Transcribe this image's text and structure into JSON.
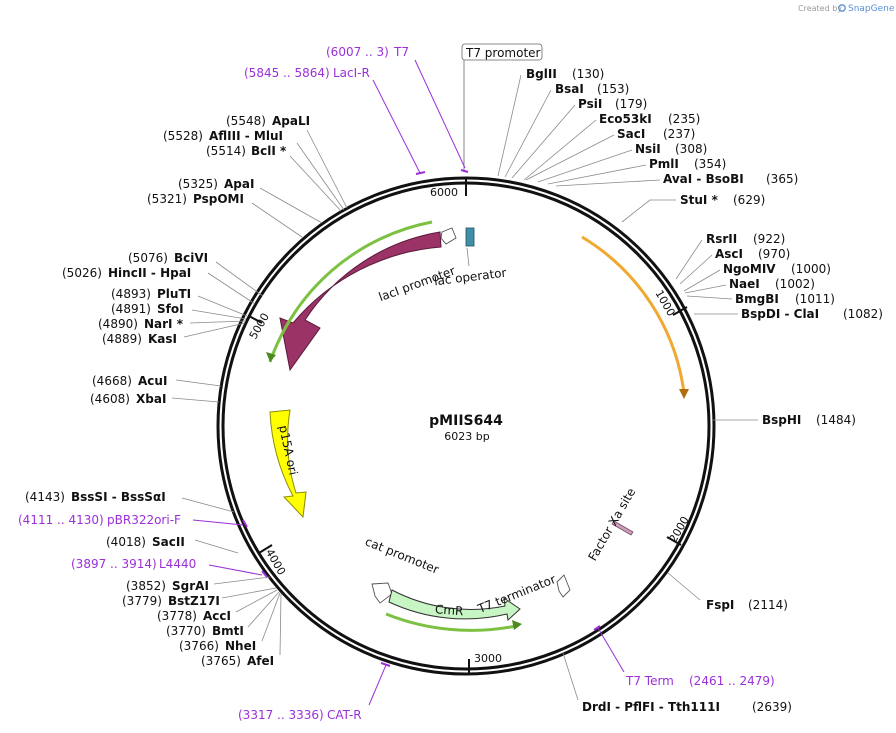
{
  "app": {
    "credit_prefix": "Created by",
    "brand": "SnapGene"
  },
  "plasmid": {
    "name": "pMIIS644",
    "length_label": "6023 bp"
  },
  "tick_labels": [
    "1000",
    "2000",
    "3000",
    "4000",
    "5000",
    "6000"
  ],
  "enzymes_right": [
    {
      "name": "BglII",
      "pos": "(130)"
    },
    {
      "name": "BsaI",
      "pos": "(153)"
    },
    {
      "name": "PsiI",
      "pos": "(179)"
    },
    {
      "name": "Eco53kI",
      "pos": "(235)"
    },
    {
      "name": "SacI",
      "pos": "(237)"
    },
    {
      "name": "NsiI",
      "pos": "(308)"
    },
    {
      "name": "PmlI",
      "pos": "(354)"
    },
    {
      "name": "AvaI  -  BsoBI",
      "pos": "(365)"
    },
    {
      "name": "StuI *",
      "pos": "(629)"
    },
    {
      "name": "RsrII",
      "pos": "(922)"
    },
    {
      "name": "AscI",
      "pos": "(970)"
    },
    {
      "name": "NgoMIV",
      "pos": "(1000)"
    },
    {
      "name": "NaeI",
      "pos": "(1002)"
    },
    {
      "name": "BmgBI",
      "pos": "(1011)"
    },
    {
      "name": "BspDI  -  ClaI",
      "pos": "(1082)"
    },
    {
      "name": "BspHI",
      "pos": "(1484)"
    },
    {
      "name": "FspI",
      "pos": "(2114)"
    },
    {
      "name": "DrdI  -  PflFI  -  Tth111I",
      "pos": "(2639)"
    }
  ],
  "enzymes_left": [
    {
      "name": "ApaLI",
      "pos": "(5548)"
    },
    {
      "name": "AflIII  -  MluI",
      "pos": "(5528)"
    },
    {
      "name": "BclI *",
      "pos": "(5514)"
    },
    {
      "name": "ApaI",
      "pos": "(5325)"
    },
    {
      "name": "PspOMI",
      "pos": "(5321)"
    },
    {
      "name": "BciVI",
      "pos": "(5076)"
    },
    {
      "name": "HincII  -  HpaI",
      "pos": "(5026)"
    },
    {
      "name": "PluTI",
      "pos": "(4893)"
    },
    {
      "name": "SfoI",
      "pos": "(4891)"
    },
    {
      "name": "NarI *",
      "pos": "(4890)"
    },
    {
      "name": "KasI",
      "pos": "(4889)"
    },
    {
      "name": "AcuI",
      "pos": "(4668)"
    },
    {
      "name": "XbaI",
      "pos": "(4608)"
    },
    {
      "name": "BssSI  -  BssSαI",
      "pos": "(4143)"
    },
    {
      "name": "SacII",
      "pos": "(4018)"
    },
    {
      "name": "SgrAI",
      "pos": "(3852)"
    },
    {
      "name": "BstZ17I",
      "pos": "(3779)"
    },
    {
      "name": "AccI",
      "pos": "(3778)"
    },
    {
      "name": "BmtI",
      "pos": "(3770)"
    },
    {
      "name": "NheI",
      "pos": "(3766)"
    },
    {
      "name": "AfeI",
      "pos": "(3765)"
    }
  ],
  "primers": [
    {
      "name": "T7",
      "pos": "(6007 .. 3)"
    },
    {
      "name": "LacI-R",
      "pos": "(5845 .. 5864)"
    },
    {
      "name": "pBR322ori-F",
      "pos": "(4111 .. 4130)"
    },
    {
      "name": "L4440",
      "pos": "(3897 .. 3914)"
    },
    {
      "name": "CAT-R",
      "pos": "(3317 .. 3336)"
    },
    {
      "name": "T7 Term",
      "pos": "(2461 .. 2479)"
    }
  ],
  "features": {
    "t7_promoter": "T7 promoter",
    "laci": "lacI",
    "laci_promoter": "lacI promoter",
    "lac_operator": "lac operator",
    "p15a_ori": "p15A ori",
    "factor_xa": "Factor Xa site",
    "cat_promoter": "cat promoter",
    "t7_terminator": "T7 terminator",
    "cmr": "CmR"
  },
  "colors": {
    "laci": "#9c3366",
    "p15a": "#ffff00",
    "cmr": "#c8f5c4",
    "lac_operator": "#3f8fa8",
    "primer": "#9b30d9",
    "annotation_green": "#7cc142",
    "annotation_orange": "#f0a830"
  }
}
